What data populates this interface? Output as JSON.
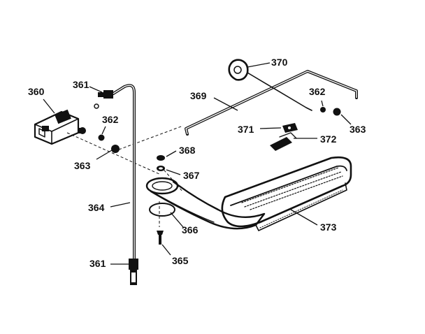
{
  "diagram": {
    "callouts": [
      {
        "id": "c360",
        "label": "360"
      },
      {
        "id": "c361a",
        "label": "361"
      },
      {
        "id": "c361b",
        "label": "361"
      },
      {
        "id": "c362a",
        "label": "362"
      },
      {
        "id": "c362b",
        "label": "362"
      },
      {
        "id": "c363a",
        "label": "363"
      },
      {
        "id": "c363b",
        "label": "363"
      },
      {
        "id": "c364",
        "label": "364"
      },
      {
        "id": "c365",
        "label": "365"
      },
      {
        "id": "c366",
        "label": "366"
      },
      {
        "id": "c367",
        "label": "367"
      },
      {
        "id": "c368",
        "label": "368"
      },
      {
        "id": "c369",
        "label": "369"
      },
      {
        "id": "c370",
        "label": "370"
      },
      {
        "id": "c371",
        "label": "371"
      },
      {
        "id": "c372",
        "label": "372"
      },
      {
        "id": "c373",
        "label": "373"
      }
    ]
  }
}
